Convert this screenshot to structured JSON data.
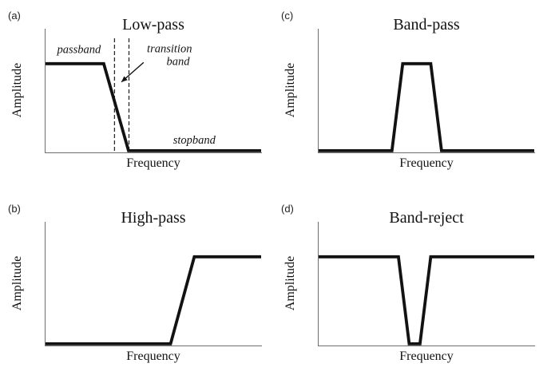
{
  "page": {
    "background": "#ffffff",
    "curve_color": "#121212",
    "axis_color": "#6e6e6e",
    "dash_color": "#2a2a2a"
  },
  "chart_data": [
    {
      "type": "line",
      "panel_label": "(a)",
      "title": "Low-pass",
      "xlabel": "Frequency",
      "ylabel": "Amplitude",
      "x_range": [
        0,
        1
      ],
      "y_range": [
        0,
        1
      ],
      "grid": "off",
      "curve": [
        [
          0,
          0.71
        ],
        [
          0.27,
          0.71
        ],
        [
          0.385,
          0.02
        ],
        [
          1,
          0.02
        ]
      ],
      "dashed_vlines": [
        0.32,
        0.387
      ],
      "annotations": [
        {
          "id": "passband",
          "text": "passband",
          "x": 0.155,
          "y": 0.795
        },
        {
          "id": "transition-word",
          "text": "transition",
          "x": 0.575,
          "y": 0.8
        },
        {
          "id": "transition-band-word",
          "text": "band",
          "x": 0.615,
          "y": 0.7
        },
        {
          "id": "stopband",
          "text": "stopband",
          "x": 0.69,
          "y": 0.075
        }
      ],
      "arrow": {
        "from": [
          0.455,
          0.72
        ],
        "to": [
          0.352,
          0.565
        ]
      }
    },
    {
      "type": "line",
      "panel_label": "(b)",
      "title": "High-pass",
      "xlabel": "Frequency",
      "ylabel": "Amplitude",
      "x_range": [
        0,
        1
      ],
      "y_range": [
        0,
        1
      ],
      "grid": "off",
      "curve": [
        [
          0,
          0.02
        ],
        [
          0.58,
          0.02
        ],
        [
          0.69,
          0.71
        ],
        [
          1,
          0.71
        ]
      ],
      "dashed_vlines": [],
      "annotations": []
    },
    {
      "type": "line",
      "panel_label": "(c)",
      "title": "Band-pass",
      "xlabel": "Frequency",
      "ylabel": "Amplitude",
      "x_range": [
        0,
        1
      ],
      "y_range": [
        0,
        1
      ],
      "grid": "off",
      "curve": [
        [
          0,
          0.02
        ],
        [
          0.34,
          0.02
        ],
        [
          0.39,
          0.71
        ],
        [
          0.52,
          0.71
        ],
        [
          0.57,
          0.02
        ],
        [
          1,
          0.02
        ]
      ],
      "dashed_vlines": [],
      "annotations": []
    },
    {
      "type": "line",
      "panel_label": "(d)",
      "title": "Band-reject",
      "xlabel": "Frequency",
      "ylabel": "Amplitude",
      "x_range": [
        0,
        1
      ],
      "y_range": [
        0,
        1
      ],
      "grid": "off",
      "curve": [
        [
          0,
          0.71
        ],
        [
          0.37,
          0.71
        ],
        [
          0.42,
          0.02
        ],
        [
          0.47,
          0.02
        ],
        [
          0.52,
          0.71
        ],
        [
          1,
          0.71
        ]
      ],
      "dashed_vlines": [],
      "annotations": []
    }
  ]
}
